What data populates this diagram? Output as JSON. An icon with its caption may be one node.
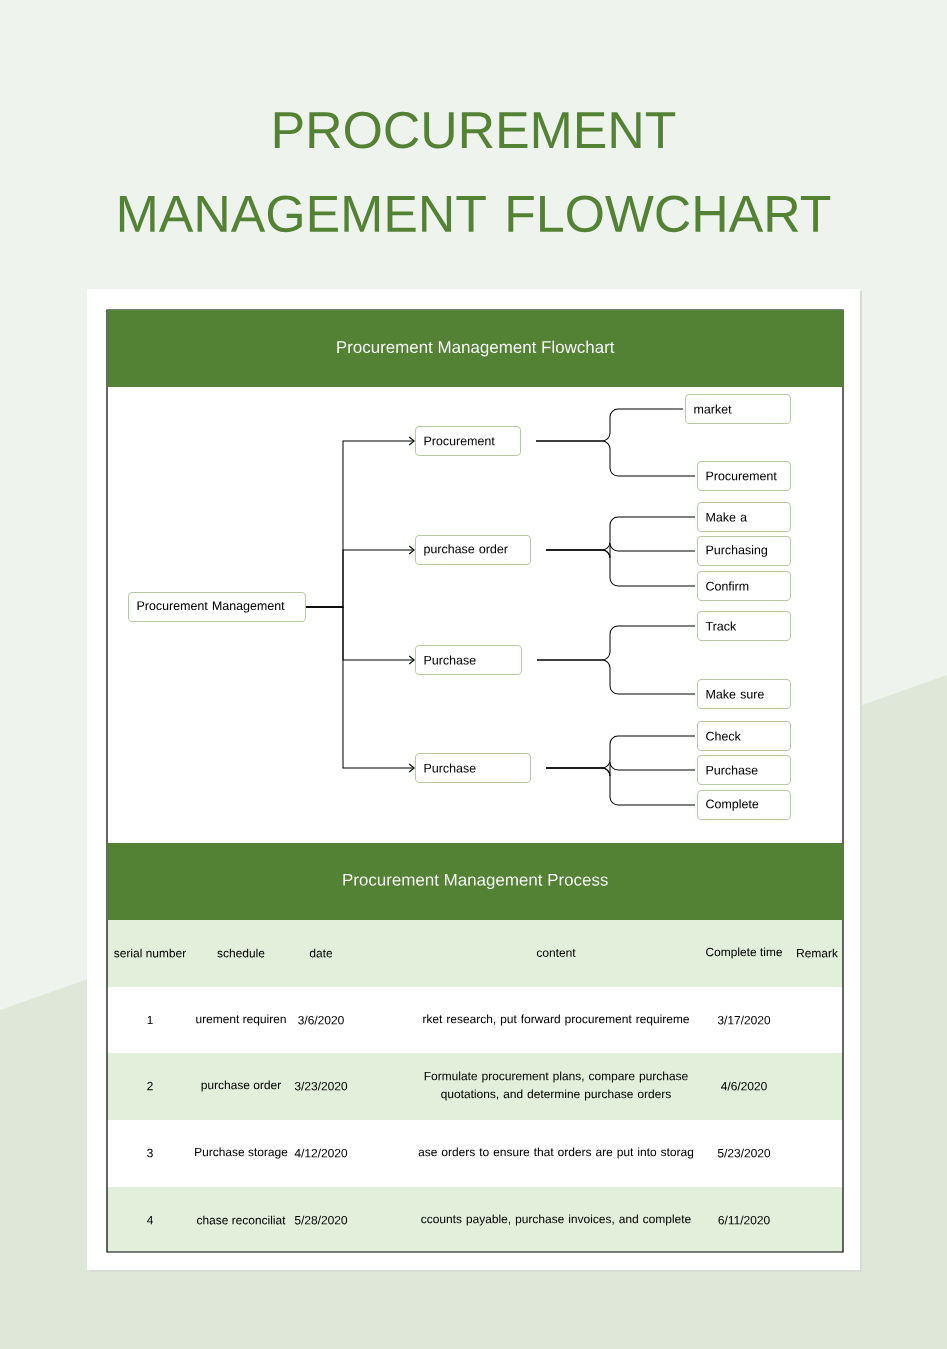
{
  "diagram": {
    "title": "PROCUREMENT MANAGEMENT FLOWCHART",
    "nodes": [
      {
        "text": [
          "Procurement Management Flowchart"
        ]
      },
      {
        "text": [
          "Procurement Management"
        ]
      },
      {
        "text": [
          "Procurement"
        ]
      },
      {
        "text": [
          "purchase order"
        ]
      },
      {
        "text": [
          "Purchase"
        ]
      },
      {
        "text": [
          "Purchase"
        ]
      },
      {
        "text": [
          "market"
        ]
      },
      {
        "text": [
          "Procurement"
        ]
      },
      {
        "text": [
          "Make a"
        ]
      },
      {
        "text": [
          "Purchasing"
        ]
      },
      {
        "text": [
          "Confirm"
        ]
      },
      {
        "text": [
          "Track"
        ]
      },
      {
        "text": [
          "Make sure"
        ]
      },
      {
        "text": [
          "Check"
        ]
      },
      {
        "text": [
          "Purchase"
        ]
      },
      {
        "text": [
          "Complete"
        ]
      },
      {
        "text": [
          "Procurement Management Process"
        ]
      }
    ],
    "edges": [
      {
        "from": 1,
        "to": 2,
        "arrow": "to"
      },
      {
        "from": 1,
        "to": 3,
        "arrow": "to"
      },
      {
        "from": 1,
        "to": 4,
        "arrow": "to"
      },
      {
        "from": 1,
        "to": 5,
        "arrow": "to"
      },
      {
        "from": 2,
        "to": 6,
        "arrow": "none"
      },
      {
        "from": 2,
        "to": 7,
        "arrow": "none"
      },
      {
        "from": 3,
        "to": 8,
        "arrow": "none"
      },
      {
        "from": 3,
        "to": 9,
        "arrow": "none"
      },
      {
        "from": 3,
        "to": 10,
        "arrow": "none"
      },
      {
        "from": 4,
        "to": 11,
        "arrow": "none"
      },
      {
        "from": 4,
        "to": 12,
        "arrow": "none"
      },
      {
        "from": 5,
        "to": 13,
        "arrow": "none"
      },
      {
        "from": 5,
        "to": 14,
        "arrow": "none"
      },
      {
        "from": 5,
        "to": 15,
        "arrow": "none"
      }
    ],
    "labels": [
      "serial number",
      "schedule",
      "date",
      "content",
      "Complete time",
      "Remark",
      "1",
      "urement requiren",
      "3/6/2020",
      "rket research, put forward procurement requireme",
      "3/17/2020",
      "2",
      "purchase order",
      "3/23/2020",
      "Formulate procurement plans, compare purchase quotations, and determine purchase orders",
      "4/6/2020",
      "3",
      "Purchase storage",
      "4/12/2020",
      "ase orders to ensure that orders are put into storag",
      "5/23/2020",
      "4",
      "chase reconciliat",
      "5/28/2020",
      "ccounts payable, purchase invoices, and complete",
      "6/11/2020"
    ]
  }
}
